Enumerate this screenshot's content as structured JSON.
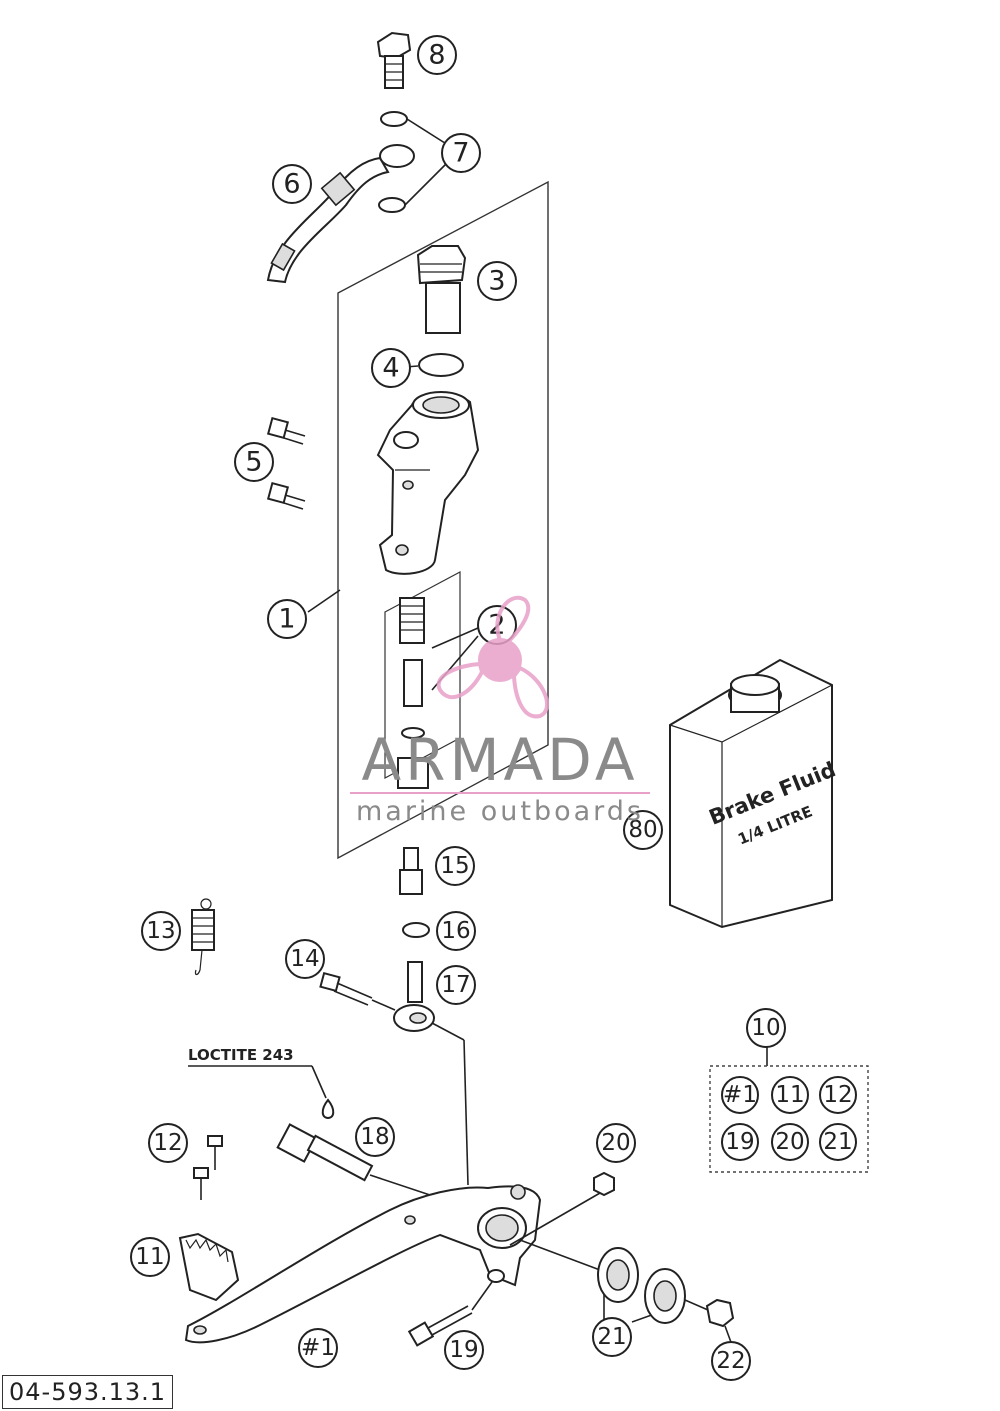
{
  "document_id": "04-593.13.1",
  "annotation": "LOCTITE 243",
  "bottle": {
    "label_line1": "Brake Fluid",
    "label_line2": "1/4 LITRE"
  },
  "callouts": {
    "c1": "1",
    "c2": "2",
    "c3": "3",
    "c4": "4",
    "c5": "5",
    "c6": "6",
    "c7": "7",
    "c8": "8",
    "c10": "10",
    "c11": "11",
    "c12": "12",
    "c13": "13",
    "c14": "14",
    "c15": "15",
    "c16": "16",
    "c17": "17",
    "c18": "18",
    "c19": "19",
    "c20": "20",
    "c21": "21",
    "c22": "22",
    "c80": "80",
    "c_pedal": "#1"
  },
  "kit": {
    "items": [
      "#1",
      "11",
      "12",
      "19",
      "20",
      "21"
    ]
  },
  "watermark": {
    "brand": "ARMADA",
    "tagline": "marine outboards",
    "brand_color": "#8a8a8a",
    "accent_color": "#e8a0c8"
  }
}
